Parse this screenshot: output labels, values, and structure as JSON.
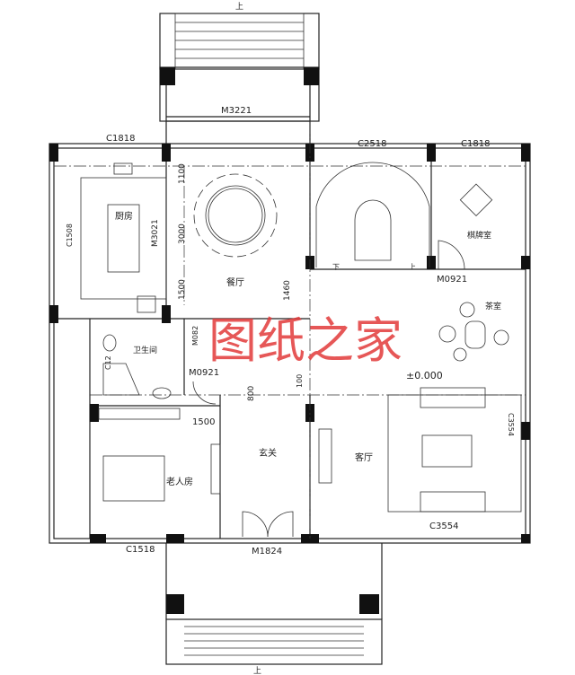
{
  "rooms": {
    "kitchen": "厨房",
    "dining": "餐厅",
    "chess_room": "棋牌室",
    "tea_room": "茶室",
    "bathroom": "卫生间",
    "elder_room": "老人房",
    "foyer": "玄关",
    "living_room": "客厅"
  },
  "openings": {
    "top_door": "M3221",
    "kitchen_window": "C1818",
    "kitchen_door": "M3021",
    "kitchen_side_window": "C1508",
    "stair_window": "C2518",
    "chess_window": "C1818",
    "chess_door": "M0921",
    "bath_door": "M0921",
    "bath_side_door": "M082",
    "bath_window": "C12",
    "elder_window": "C1518",
    "entry_door": "M1824",
    "living_window": "C3554",
    "living_side_window": "C3554"
  },
  "dimensions": {
    "d1100": "1100",
    "d3000": "3000",
    "d1500a": "1500",
    "d1460": "1460",
    "d100": "100",
    "d800": "800",
    "d1500b": "1500"
  },
  "elevation": "±0.000",
  "stair_up_top": "上",
  "stair_up_bottom": "上",
  "stair_down": "下",
  "stair_up_inner": "上",
  "watermark": "图纸之家"
}
